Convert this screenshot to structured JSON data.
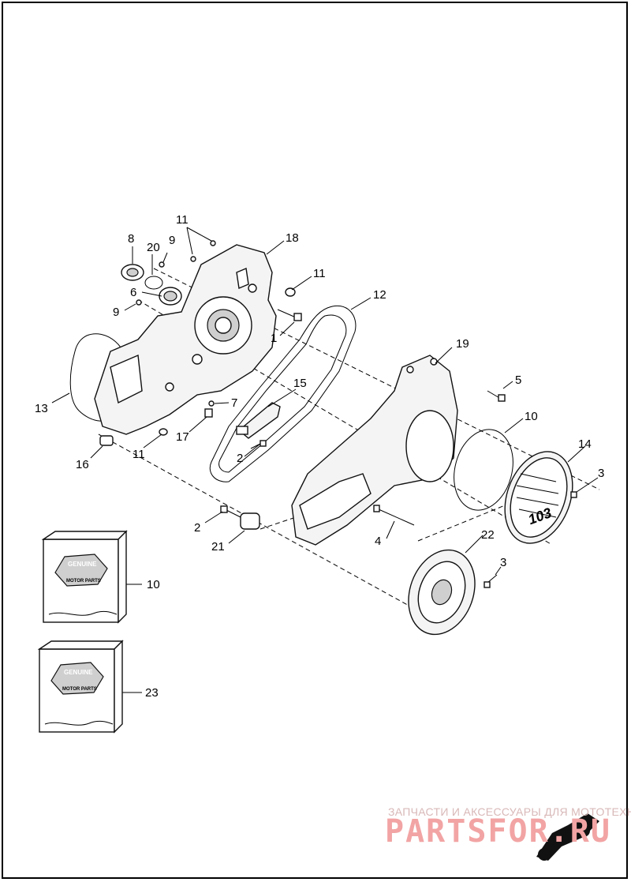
{
  "callouts": {
    "c11a": "11",
    "c8": "8",
    "c20": "20",
    "c9a": "9",
    "c18": "18",
    "c6": "6",
    "c11b": "11",
    "c9b": "9",
    "c12": "12",
    "c1": "1",
    "c19": "19",
    "c13": "13",
    "c15": "15",
    "c7": "7",
    "c5": "5",
    "c17": "17",
    "c11c": "11",
    "c2a": "2",
    "c10a": "10",
    "c16": "16",
    "c14": "14",
    "c3a": "3",
    "c2b": "2",
    "c21": "21",
    "c4": "4",
    "c22": "22",
    "c3b": "3",
    "c10b": "10",
    "c23": "23"
  },
  "package_label": {
    "line1": "GENUINE",
    "line2": "MOTOR PARTS"
  },
  "cover_badge": "103",
  "watermark": {
    "caption": "ЗАПЧАСТИ И АКСЕССУАРЫ ДЛЯ МОТОТЕХНИКИ",
    "brand": "PARTSFOR.RU"
  },
  "colors": {
    "line": "#000000",
    "watermark": "#f2a4a4"
  }
}
